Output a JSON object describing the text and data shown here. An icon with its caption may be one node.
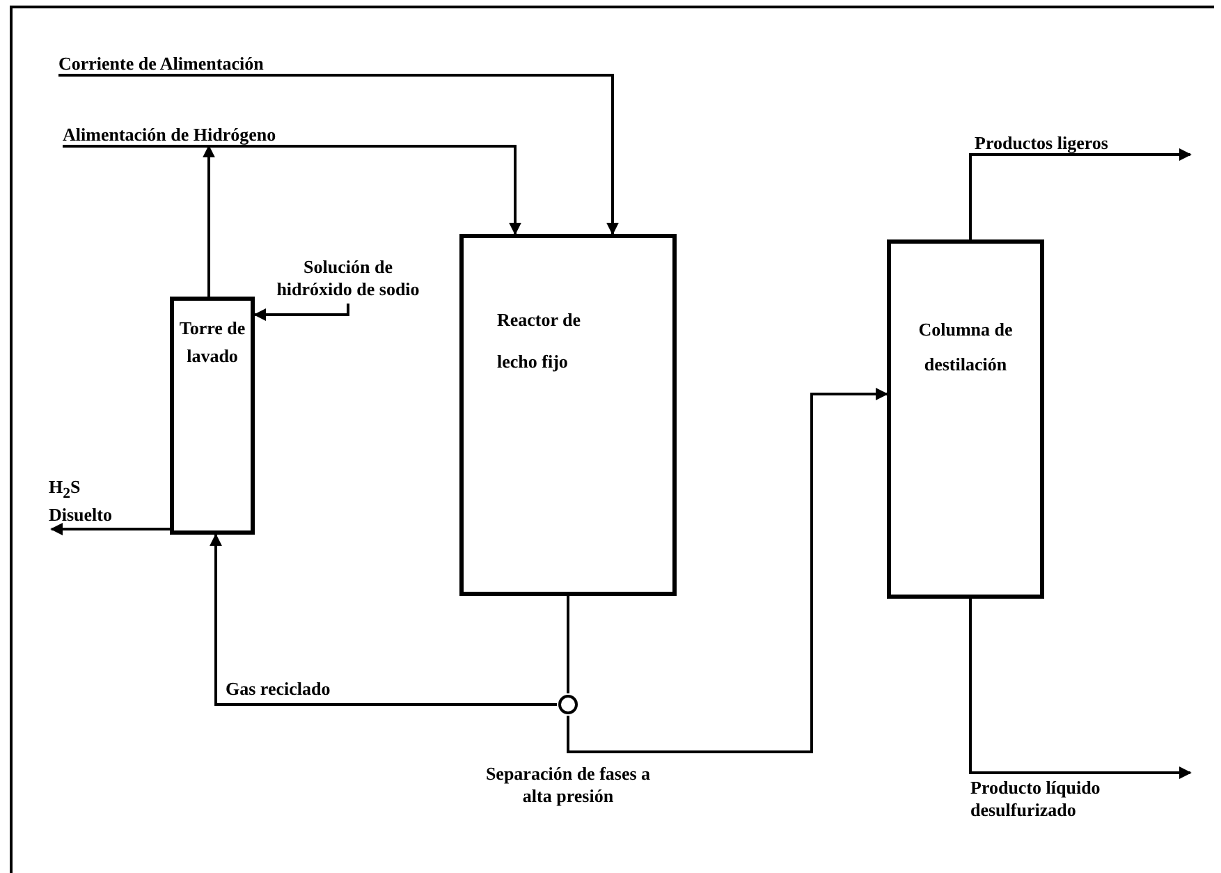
{
  "diagram": {
    "nodes": [
      {
        "text": [
          "Torre de lavado"
        ]
      },
      {
        "text": [
          "Reactor de lecho fijo"
        ]
      },
      {
        "text": [
          "Columna de destilación"
        ]
      },
      {
        "text": [
          "Separación de fases a alta presión"
        ]
      },
      {
        "text": [
          "Corriente de Alimentación"
        ]
      },
      {
        "text": [
          "Alimentación de Hidrógeno"
        ]
      },
      {
        "text": [
          "Solución de hidróxido de sodio"
        ]
      },
      {
        "text": [
          "H$_{2}$S Disuelto"
        ]
      },
      {
        "text": [
          "Productos ligeros"
        ]
      },
      {
        "text": [
          "Producto líquido desulfurizado"
        ]
      }
    ],
    "edges": [
      {
        "from": 4,
        "to": 1,
        "arrow": "to"
      },
      {
        "from": 5,
        "to": 1,
        "arrow": "to"
      },
      {
        "from": 0,
        "to": 5,
        "arrow": "to"
      },
      {
        "from": 6,
        "to": 0,
        "arrow": "to"
      },
      {
        "from": 0,
        "to": 7,
        "arrow": "to"
      },
      {
        "from": 1,
        "to": 3,
        "arrow": "none"
      },
      {
        "from": 3,
        "to": 0,
        "label": "Gas reciclado",
        "arrow": "to"
      },
      {
        "from": 3,
        "to": 2,
        "arrow": "to"
      },
      {
        "from": 2,
        "to": 8,
        "arrow": "to"
      },
      {
        "from": 2,
        "to": 9,
        "arrow": "to"
      }
    ]
  }
}
